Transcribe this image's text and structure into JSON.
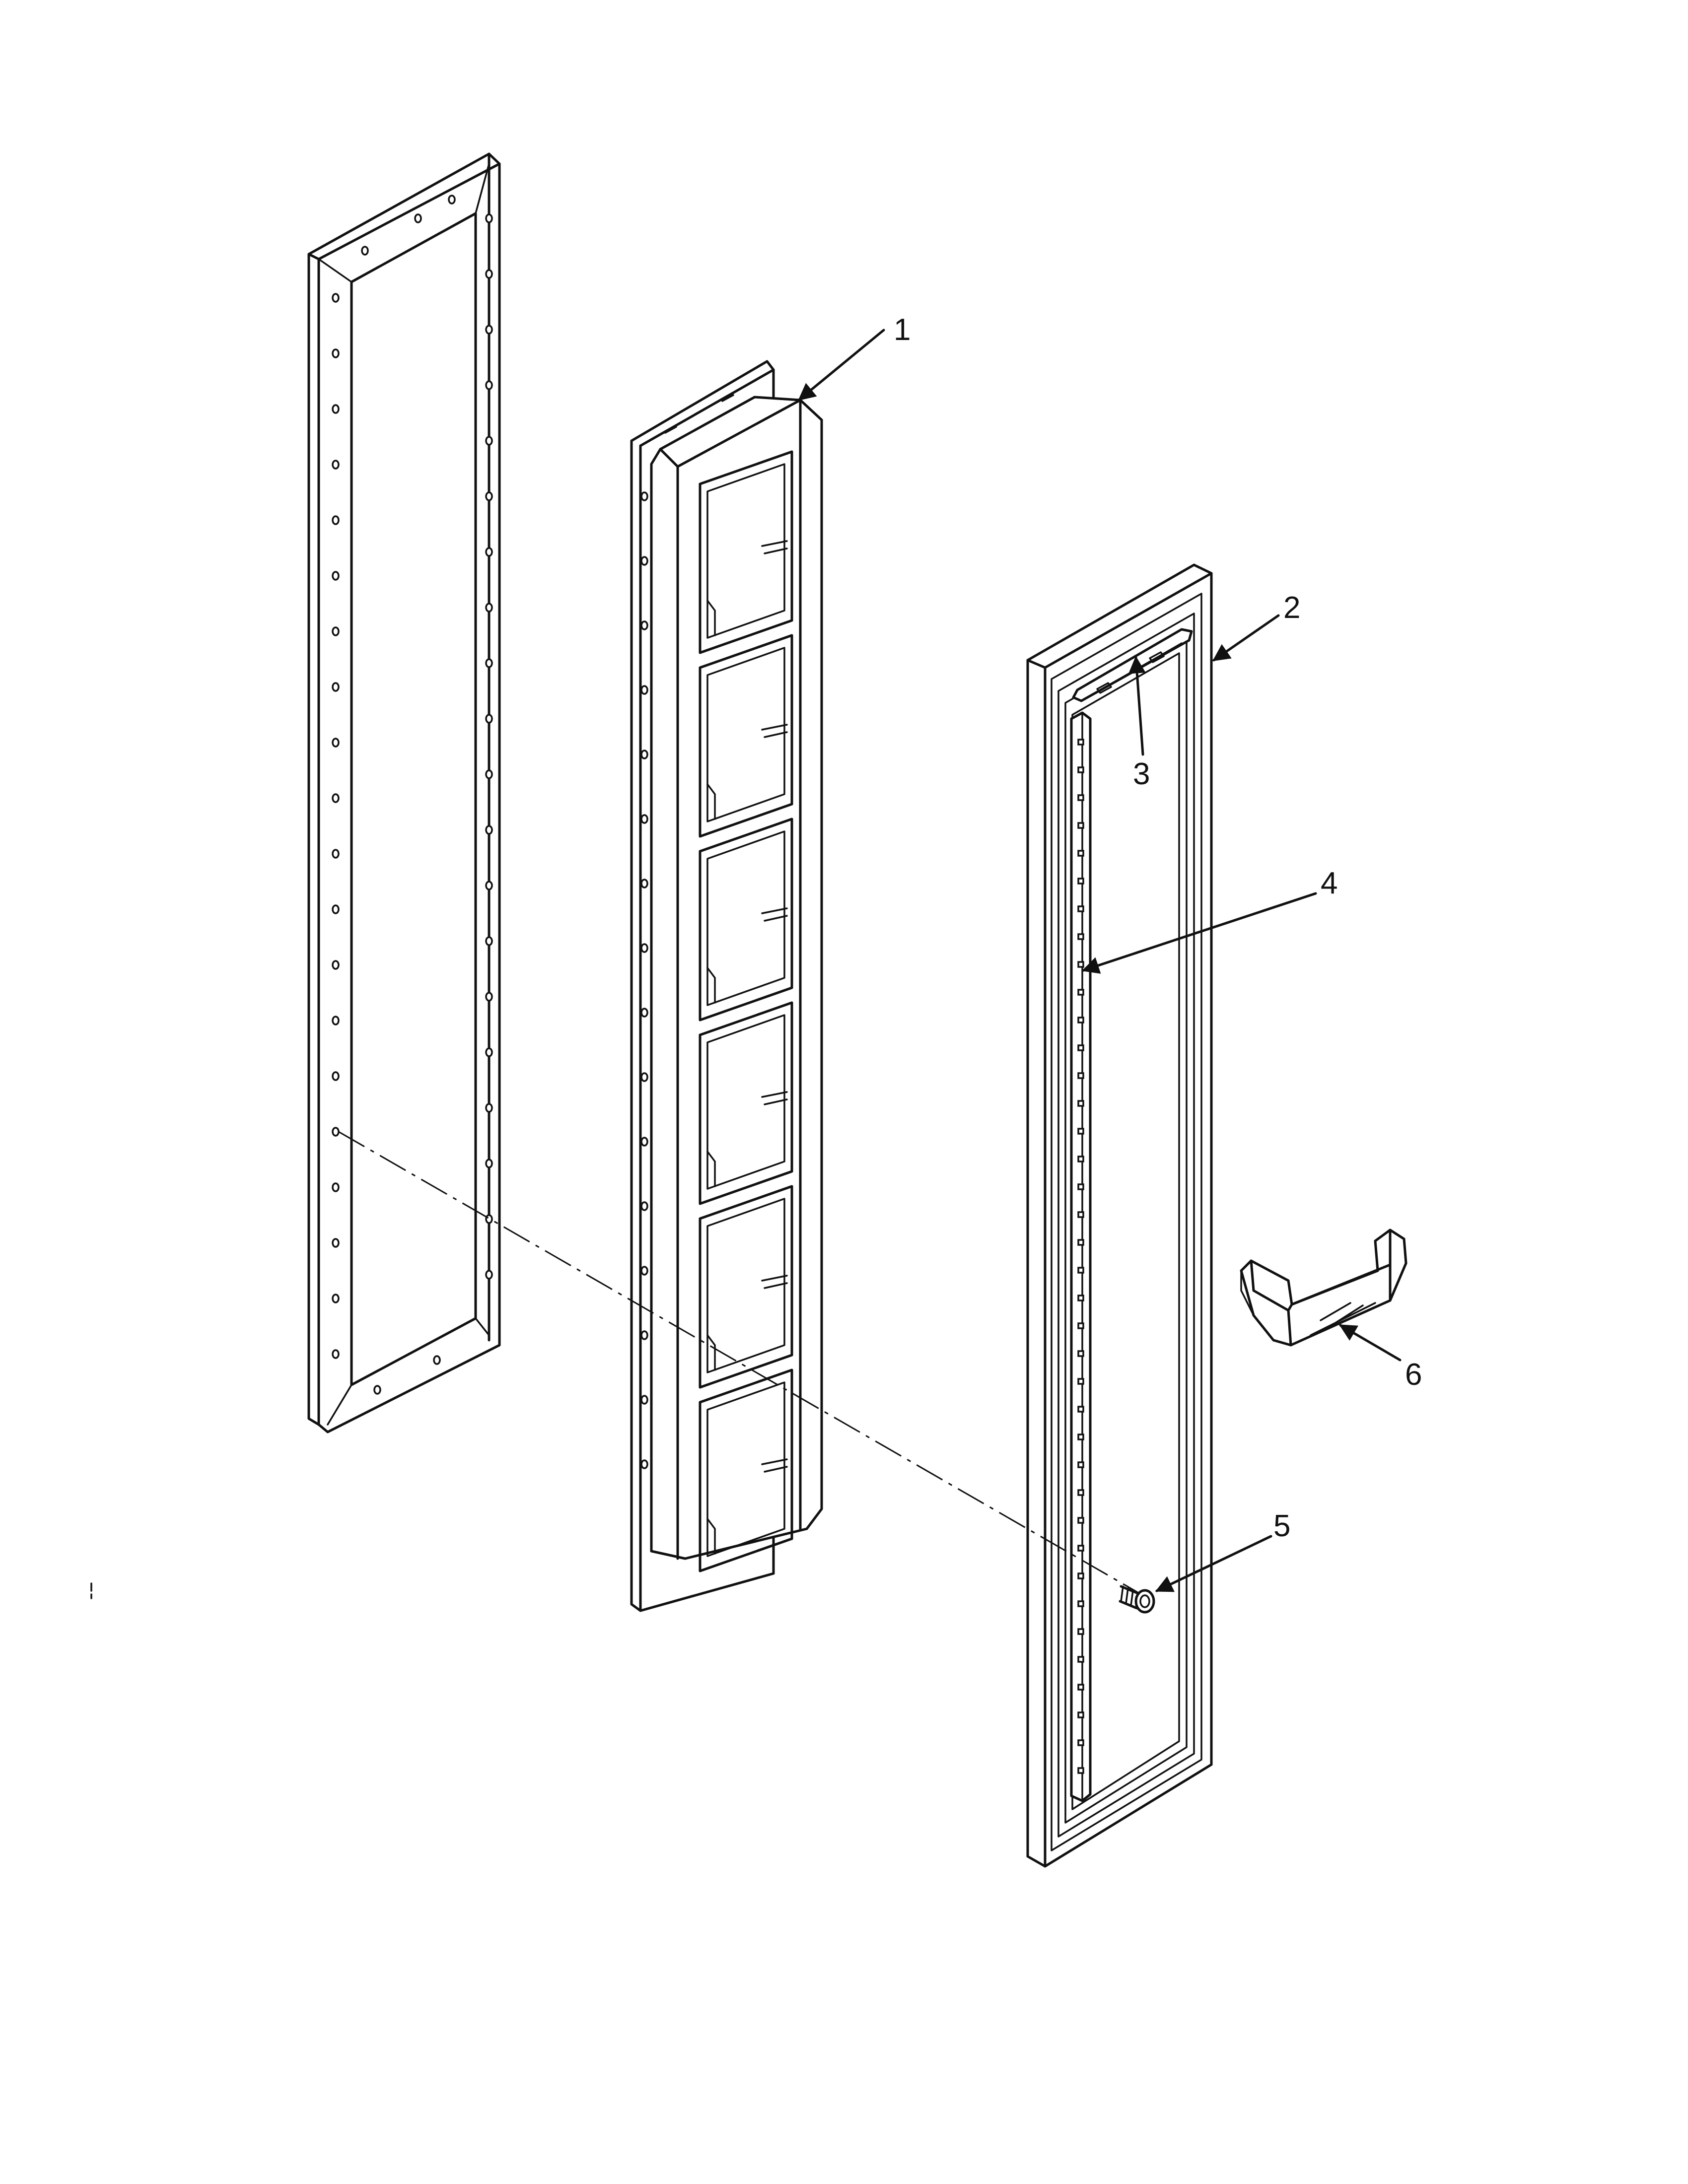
{
  "callouts": [
    {
      "id": "callout-1",
      "text": "1"
    },
    {
      "id": "callout-2",
      "text": "2"
    },
    {
      "id": "callout-3",
      "text": "3"
    },
    {
      "id": "callout-4",
      "text": "4"
    },
    {
      "id": "callout-5",
      "text": "5"
    },
    {
      "id": "callout-6",
      "text": "6"
    }
  ],
  "colors": {
    "ink": "#111111",
    "paper": "#ffffff"
  }
}
